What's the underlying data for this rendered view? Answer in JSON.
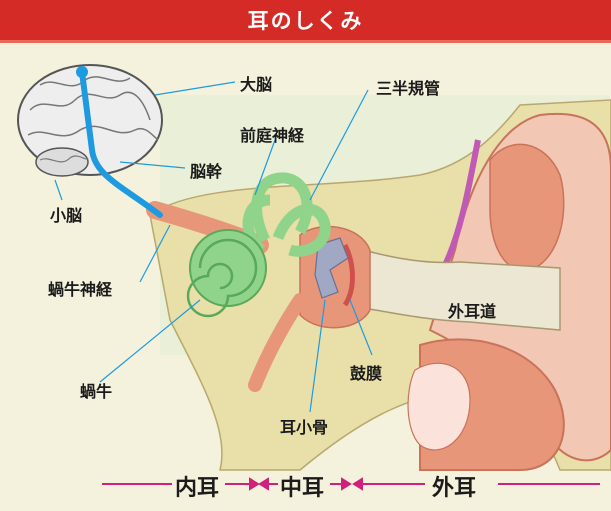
{
  "title": "耳のしくみ",
  "labels": {
    "cerebrum": "大脳",
    "semicircular_canals": "三半規管",
    "vestibular_nerve": "前庭神経",
    "brainstem": "脳幹",
    "cerebellum": "小脳",
    "cochlear_nerve": "蝸牛神経",
    "ear_canal": "外耳道",
    "cochlea": "蝸牛",
    "eardrum": "鼓膜",
    "ossicles": "耳小骨"
  },
  "sections": {
    "inner_ear": "内耳",
    "middle_ear": "中耳",
    "outer_ear": "外耳"
  },
  "colors": {
    "title_bar": "#d42b27",
    "nerve": "#1e9be0",
    "inner_ear": "#8fd48a",
    "tissue": "#e8967a",
    "bone": "#e9dfa9",
    "arrow": "#d1207c"
  }
}
